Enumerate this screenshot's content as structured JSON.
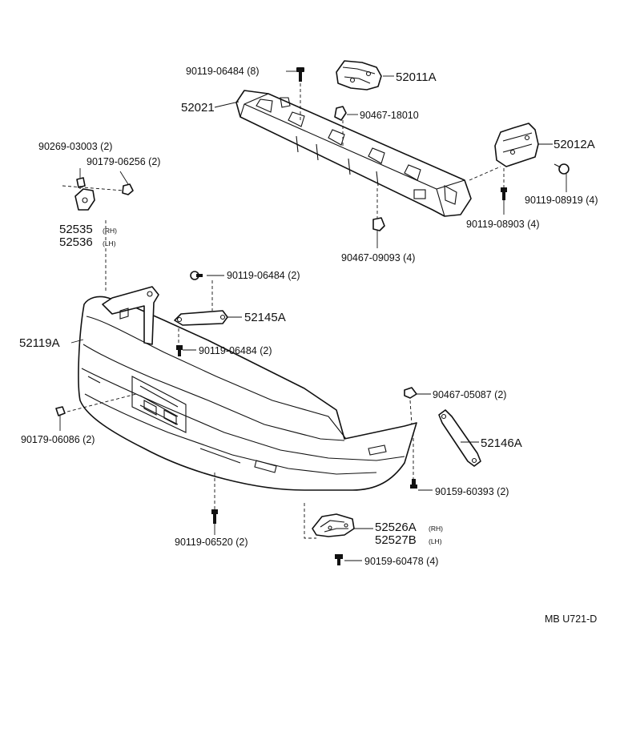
{
  "code": "MB U721-D",
  "labels": {
    "p52011A": "52011A",
    "p52021": "52021",
    "p52012A": "52012A",
    "p52119A": "52119A",
    "p52145A": "52145A",
    "p52146A": "52146A",
    "p52535": "52535",
    "p52536": "52536",
    "p52526A": "52526A",
    "p52527B": "52527B",
    "rh": "(RH)",
    "lh": "(LH)",
    "b90119_06484_8": "90119-06484 (8)",
    "b90467_18010": "90467-18010",
    "b90269_03003": "90269-03003 (2)",
    "b90179_06256": "90179-06256 (2)",
    "b90119_08919": "90119-08919 (4)",
    "b90119_08903": "90119-08903 (4)",
    "b90467_09093": "90467-09093 (4)",
    "b90119_06484_2a": "90119-06484 (2)",
    "b90119_06484_2b": "90119-06484 (2)",
    "b90467_05087": "90467-05087 (2)",
    "b90179_06086": "90179-06086 (2)",
    "b90159_60393": "90159-60393 (2)",
    "b90119_06520": "90119-06520 (2)",
    "b90159_60478": "90159-60478 (4)"
  }
}
